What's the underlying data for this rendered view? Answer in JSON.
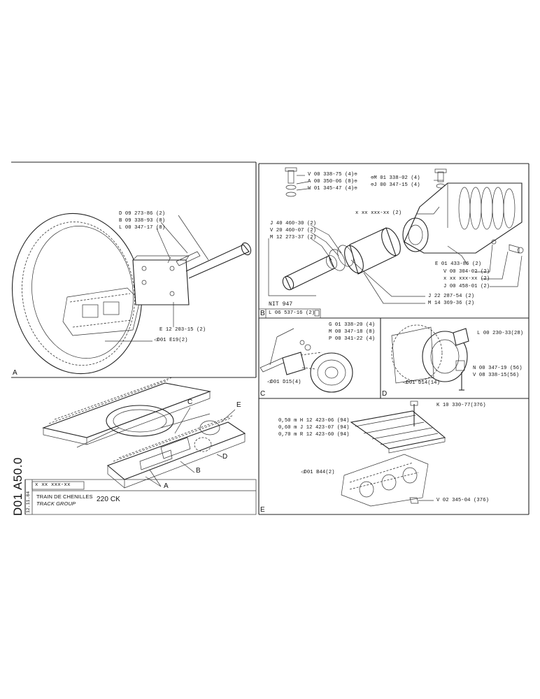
{
  "panel_letters": {
    "A": "A",
    "B": "B",
    "C": "C",
    "D": "D",
    "E": "E"
  },
  "panel_a": {
    "labels": [
      "D 09 273-86 (2)",
      "B 09 338-93 (8)",
      "L 00 347-17 (8)",
      "E 12 203-15 (2)",
      "◁D01 E19(2)"
    ]
  },
  "panel_b": {
    "labels_left_group": [
      "V 00 338-75 (4)⊖",
      "A 00 350-06 (8)⊖",
      "W 01 345-47 (4)⊖"
    ],
    "labels_right_group": [
      "⊖M 01 338-02 (4)",
      "⊖J 00 347-15 (4)"
    ],
    "label_top_mid": "x xx xxx-xx (2)",
    "labels_mid": [
      "J 40 460-30 (2)",
      "V 20 460-07 (2)",
      "M 12 273-37 (2)"
    ],
    "labels_right": [
      "E 01 433-86 (2)",
      "V 00 304-02 (2)",
      "x xx xxx-xx (2)",
      "J 00 458-01 (2)"
    ],
    "labels_bottom": [
      "J 22 287-54 (2)",
      "M 14 369-36 (2)"
    ],
    "nit": "NIT 947",
    "box_code": "L 06 537-16 (2)"
  },
  "panel_c": {
    "labels": [
      "G 01 338-20 (4)",
      "M 00 347-18 (8)",
      "P 00 341-22 (4)"
    ],
    "ref": "◁D01 D15(4)"
  },
  "panel_d": {
    "labels": [
      "L 00 230-33(28)",
      "N 00 347-19 (56)",
      "V 08 338-15(56)"
    ],
    "ref": "◁D01 D14(14)"
  },
  "panel_e": {
    "top_label": "K 10  330-77(376)",
    "shoe_labels": [
      "0,50  m  H 12  423-06 (94)",
      "0,60  m  J 12  423-07 (94)",
      "0,70  m  R 12  423-60 (94)"
    ],
    "ref": "◁D01 B44(2)",
    "bottom_label": "V 02  345-04 (376)"
  },
  "overview_callouts": [
    "C",
    "E",
    "B",
    "D",
    "A"
  ],
  "title_block": {
    "drawing_no": "D01 A50.0",
    "date": "12.11.84",
    "part_code": "x  xx  xxx-xx",
    "title_fr": "TRAIN DE CHENILLES",
    "title_en": "TRACK GROUP",
    "model": "220 CK"
  },
  "colors": {
    "ink": "#222222",
    "paper": "#ffffff"
  }
}
